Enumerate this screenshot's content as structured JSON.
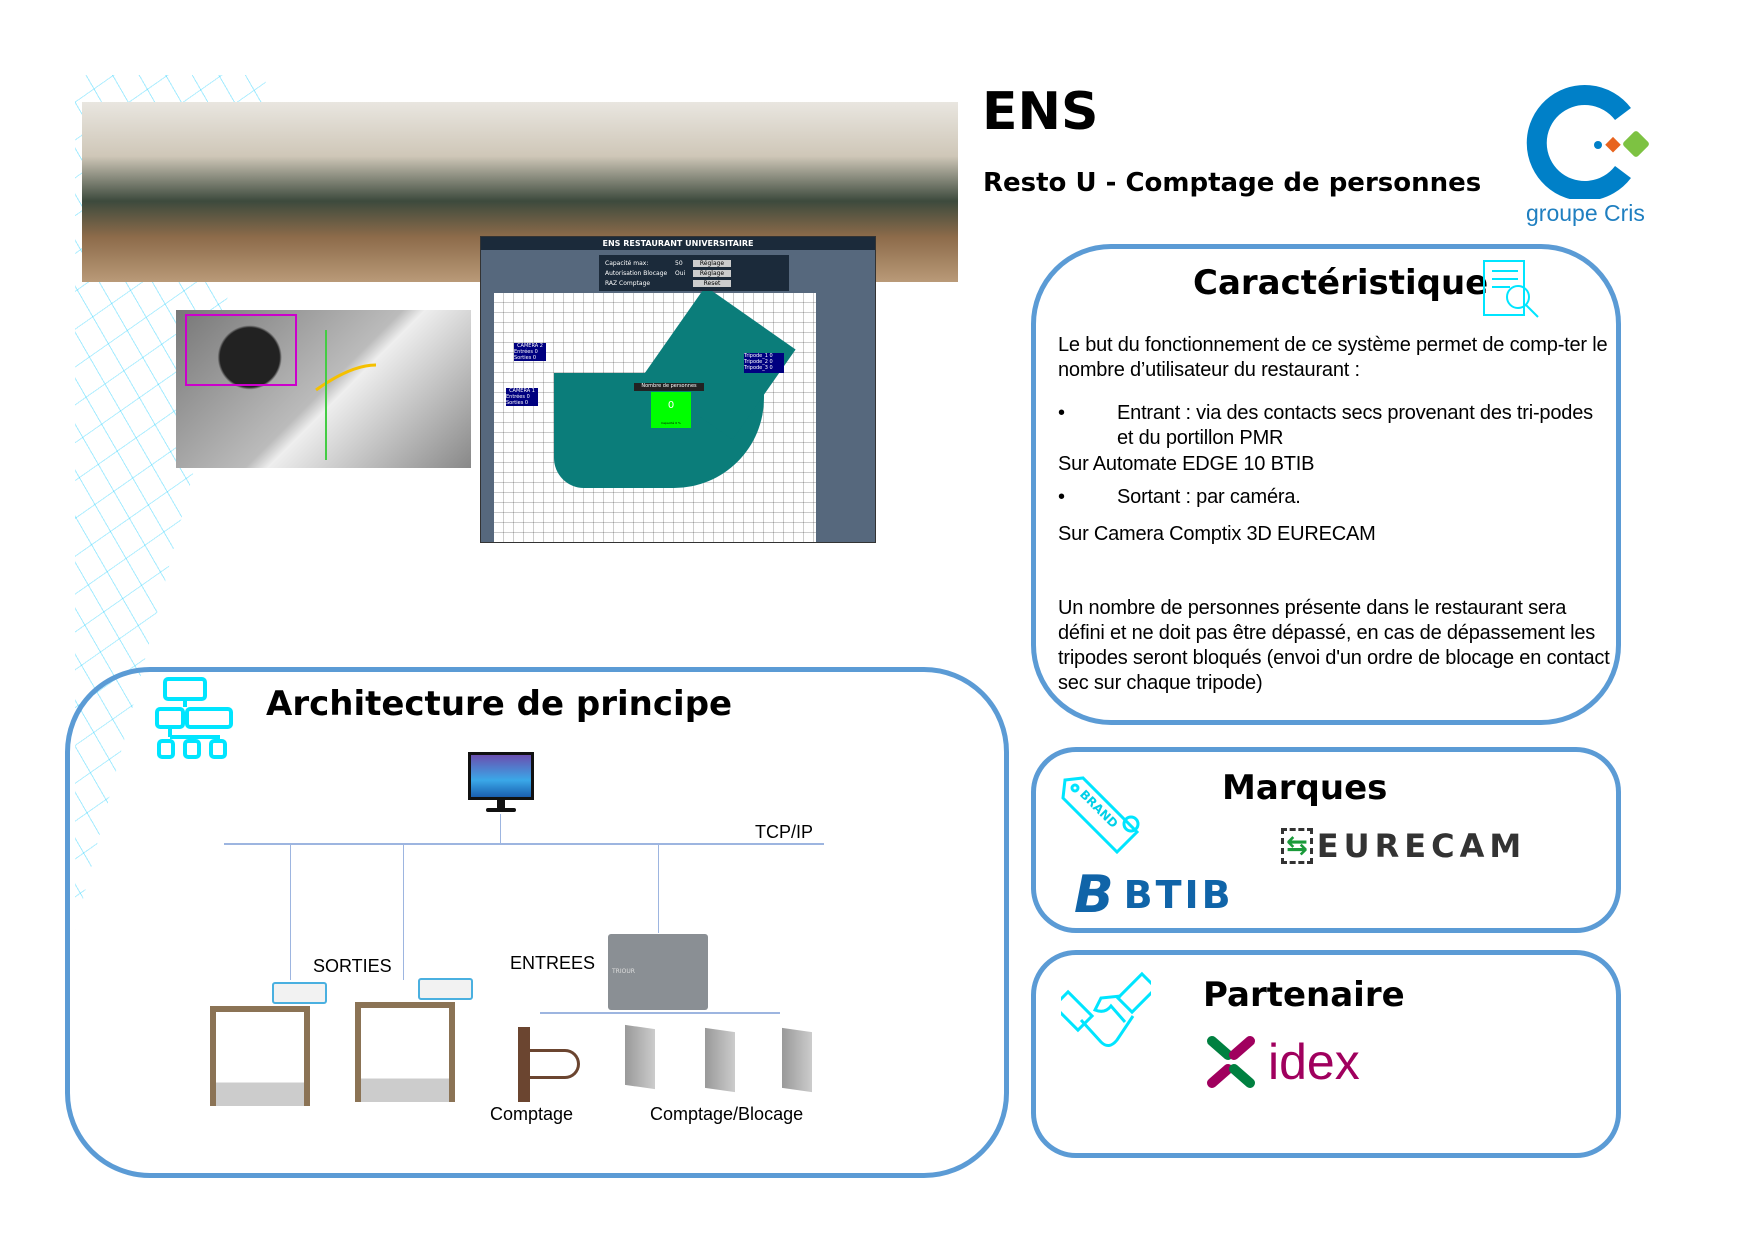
{
  "header": {
    "title": "ENS",
    "subtitle": "Resto U - Comptage de personnes"
  },
  "logo": {
    "text": "groupe Cris",
    "colors": {
      "blue": "#0080c8",
      "orange": "#e8641e",
      "green": "#7dc242"
    }
  },
  "scada": {
    "title": "ENS RESTAURANT UNIVERSITAIRE",
    "settings": [
      {
        "label": "Capacité max:",
        "value": "50",
        "button": "Réglage"
      },
      {
        "label": "Autorisation Blocage",
        "value": "Oui",
        "button": "Réglage"
      },
      {
        "label": "RAZ Comptage",
        "value": "",
        "button": "Reset"
      }
    ],
    "counter_title": "Nombre de personnes",
    "counter_value": "0",
    "capacity": "Capacité 0 %",
    "camera2": {
      "title": "CAMERA 2",
      "rows": [
        [
          "Entrées",
          "0"
        ],
        [
          "Sorties",
          "0"
        ]
      ]
    },
    "camera1": {
      "title": "CAMERA 1",
      "rows": [
        [
          "Entrées",
          "0"
        ],
        [
          "Sorties",
          "0"
        ]
      ]
    },
    "tripods": [
      [
        "Tripode_1",
        "0"
      ],
      [
        "Tripode_2",
        "0"
      ],
      [
        "Tripode_3",
        "0"
      ]
    ]
  },
  "caracteristique": {
    "title": "Caractéristique",
    "intro": "Le but du fonctionnement de ce système permet de comp-ter le nombre d’utilisateur du restaurant :",
    "bullet1": "Entrant : via des contacts secs provenant des tri-podes et du portillon PMR",
    "line1": "Sur Automate EDGE 10 BTIB",
    "bullet2": "Sortant : par caméra.",
    "line2": "Sur Camera Comptix 3D EURECAM",
    "paragraph": "Un nombre de personnes présente dans le restaurant sera défini et ne doit pas être dépassé, en cas de dépassement les tripodes seront bloqués (envoi d'un ordre de blocage en contact sec sur chaque tripode)"
  },
  "marques": {
    "title": "Marques",
    "brand_tag": "BRAND",
    "brands": [
      "EURECAM",
      "BTIB"
    ]
  },
  "partenaire": {
    "title": "Partenaire",
    "partner": "idex"
  },
  "architecture": {
    "title": "Architecture de principe",
    "network": "TCP/IP",
    "sorties": "SORTIES",
    "entrees": "ENTREES",
    "comptage": "Comptage",
    "comptage_blocage": "Comptage/Blocage",
    "controller_brand": "TRIOUR"
  }
}
